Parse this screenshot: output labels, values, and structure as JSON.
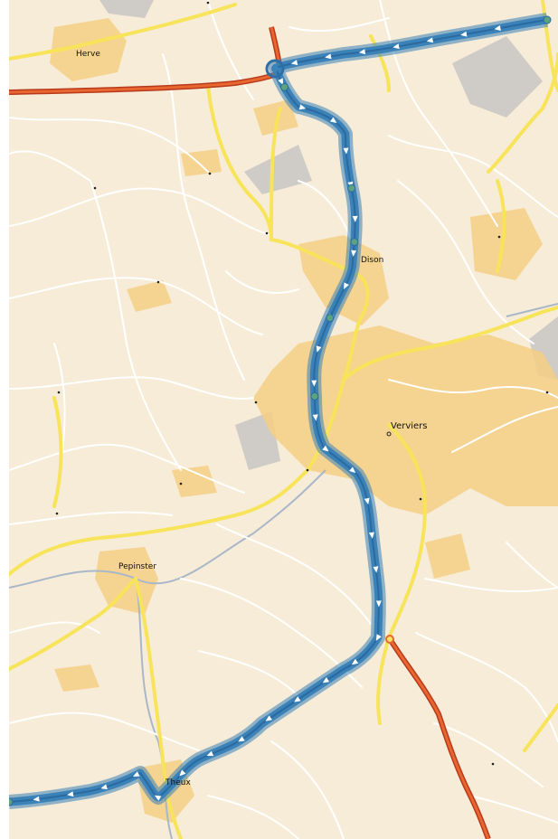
{
  "map": {
    "colors": {
      "background": "#f7ecd7",
      "urban": "#f4cf84",
      "industrial": "#cfcbc7",
      "minor_road": "#ffffff",
      "main_road": "#f7e45a",
      "motorway": "#e8662f",
      "route": "#3b82b8",
      "waypoint": "#5aa37f",
      "water": "#a9b7c9"
    },
    "towns": [
      {
        "id": "herve",
        "label": "Herve"
      },
      {
        "id": "dison",
        "label": "Dison"
      },
      {
        "id": "verviers",
        "label": "Verviers"
      },
      {
        "id": "pepinster",
        "label": "Pepinster"
      },
      {
        "id": "theux",
        "label": "Theux"
      }
    ]
  }
}
